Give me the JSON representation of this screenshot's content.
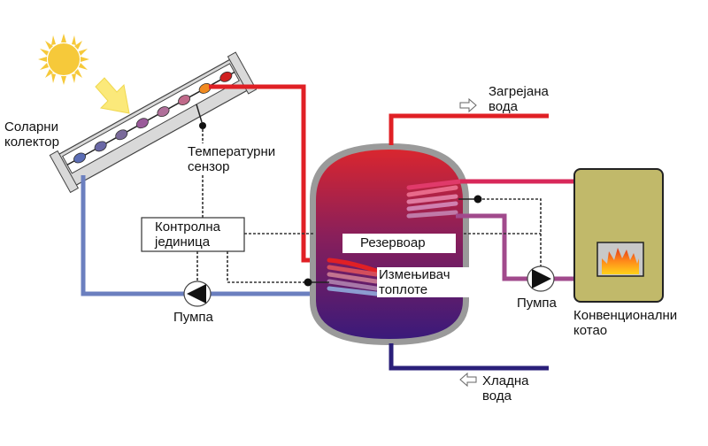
{
  "diagram": {
    "title": "Solar water heating system",
    "labels": {
      "solar_collector": [
        "Соларни",
        "колектор"
      ],
      "temperature_sensor": [
        "Температурни",
        "сензор"
      ],
      "control_unit": [
        "Контролна",
        "јединица"
      ],
      "pump_left": "Пумпа",
      "pump_right": "Пумпа",
      "tank": "Резервоар",
      "heat_exchanger": [
        "Измењивач",
        "топлоте"
      ],
      "hot_water": [
        "Загрејана",
        "вода"
      ],
      "cold_water": [
        "Хладна",
        "вода"
      ],
      "boiler": [
        "Конвенционални",
        "котао"
      ]
    },
    "icons": {
      "sun": "sun-icon",
      "sun_arrow": "arrow-down-right-icon",
      "hot_water_arrow": "arrow-right-outline-icon",
      "cold_water_arrow": "arrow-left-outline-icon",
      "fire": "fire-icon"
    },
    "colors": {
      "hot_pipe": "#e02025",
      "cold_pipe": "#6b7fbf",
      "cold_water_pipe": "#2a1f7a",
      "boiler_pipe_hot": "#d8285a",
      "boiler_pipe_return": "#a14a8c",
      "boiler_body": "#c1b96a",
      "tank_top": "#d9262f",
      "tank_bottom": "#3a1a7a",
      "sun": "#f6c93a",
      "control_line": "#333333"
    }
  }
}
